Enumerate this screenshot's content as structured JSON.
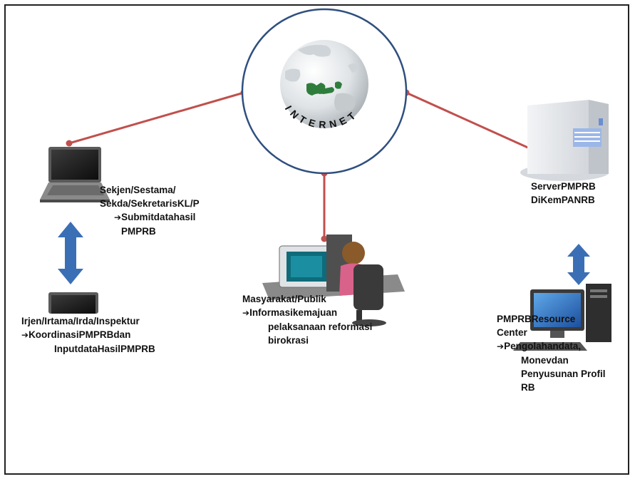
{
  "internet": {
    "letters": [
      "I",
      "N",
      "T",
      "E",
      "R",
      "N",
      "E",
      "T"
    ]
  },
  "sekjen": {
    "line1": "Sekjen/Sestama/",
    "line2": "Sekda/SekretarisKL/P",
    "arrow": "➔",
    "line3": "Submitdatahasil",
    "line4": "PMPRB"
  },
  "irjen": {
    "line1": "Irjen/Irtama/Irda/Inspektur",
    "arrow": "➔",
    "line2": "KoordinasiPMPRBdan",
    "line3": "InputdataHasilPMPRB"
  },
  "masyarakat": {
    "line1": "Masyarakat/Publik",
    "arrow": "➔",
    "line2": "Informasikemajuan",
    "line3": "pelaksanaan reformasi",
    "line4": "birokrasi"
  },
  "server": {
    "line1": "ServerPMPRB",
    "line2": "DiKemPANRB"
  },
  "resource": {
    "line1": "PMPRBResource",
    "line2": "Center",
    "arrow": "➔",
    "line3": "Pengolahandata,",
    "line4": "Monevdan",
    "line5": "Penyusunan Profil",
    "line6": "RB"
  },
  "colors": {
    "connector": "#c0504d",
    "globe_ring": "#2f4f7f",
    "arrow_blue": "#3a6fb5"
  }
}
